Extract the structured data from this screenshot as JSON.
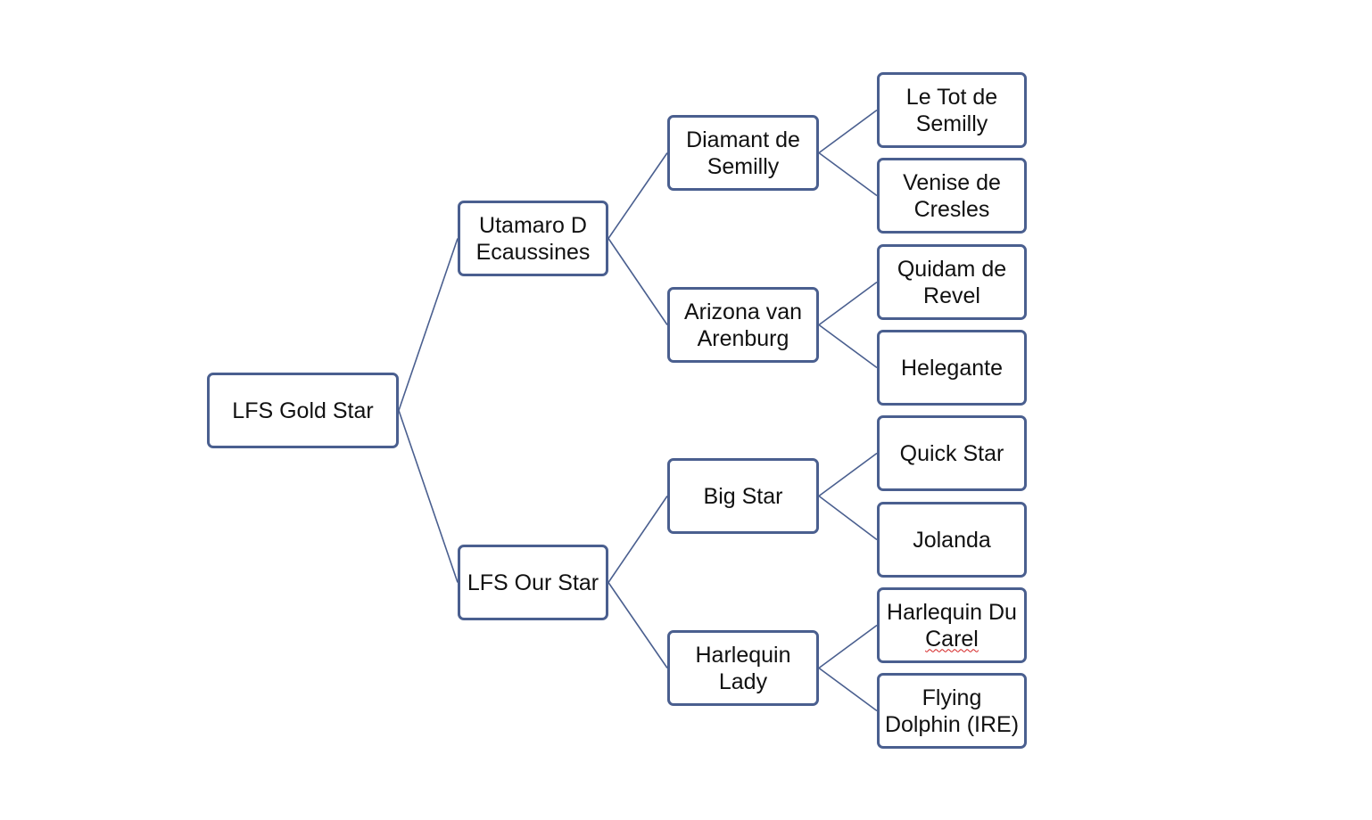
{
  "colors": {
    "box_border": "#4a5f8f",
    "connector": "#4a5f8f",
    "background": "#ffffff",
    "text": "#111111",
    "spellcheck_underline": "#d42020"
  },
  "pedigree": {
    "subject": {
      "lines": [
        "LFS Gold Star"
      ]
    },
    "sire": {
      "lines": [
        "Utamaro D",
        "Ecaussines"
      ]
    },
    "dam": {
      "lines": [
        "LFS Our Star"
      ]
    },
    "sire_sire": {
      "lines": [
        "Diamant de",
        "Semilly"
      ]
    },
    "sire_dam": {
      "lines": [
        "Arizona van",
        "Arenburg"
      ]
    },
    "dam_sire": {
      "lines": [
        "Big Star"
      ]
    },
    "dam_dam": {
      "lines": [
        "Harlequin",
        "Lady"
      ]
    },
    "sire_sire_sire": {
      "lines": [
        "Le Tot de",
        "Semilly"
      ]
    },
    "sire_sire_dam": {
      "lines": [
        "Venise de",
        "Cresles"
      ]
    },
    "sire_dam_sire": {
      "lines": [
        "Quidam de",
        "Revel"
      ]
    },
    "sire_dam_dam": {
      "lines": [
        "Helegante"
      ]
    },
    "dam_sire_sire": {
      "lines": [
        "Quick Star"
      ]
    },
    "dam_sire_dam": {
      "lines": [
        "Jolanda"
      ]
    },
    "dam_dam_sire": {
      "lines": [
        "Harlequin Du",
        "Carel"
      ]
    },
    "dam_dam_dam": {
      "lines": [
        "Flying",
        "Dolphin (IRE)"
      ]
    }
  }
}
